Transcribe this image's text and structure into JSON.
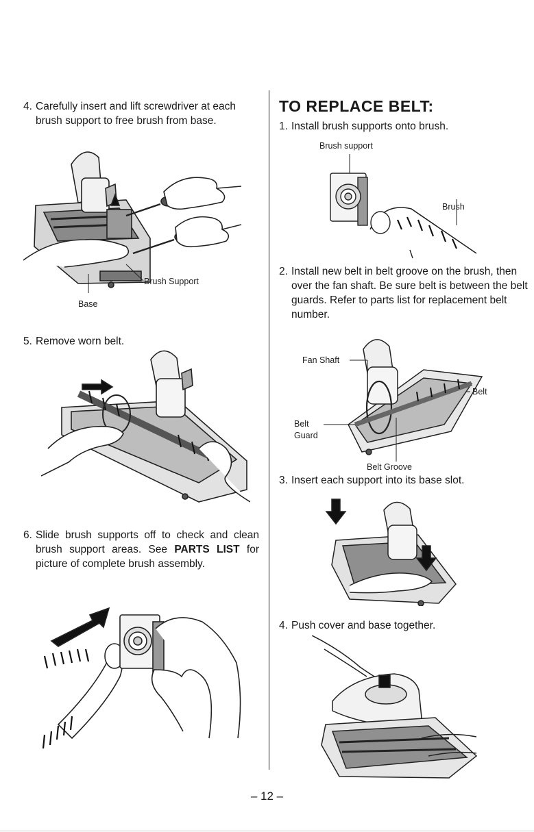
{
  "left_column": {
    "step4": {
      "num": "4.",
      "text": "Carefully insert and lift screwdriver at each brush support to free brush from base."
    },
    "fig1_labels": {
      "brush_support": "Brush Support",
      "base": "Base"
    },
    "step5": {
      "num": "5.",
      "text": "Remove worn belt."
    },
    "step6": {
      "num": "6.",
      "text_before": "Slide brush supports off to check and clean brush support areas. See",
      "bold": "PARTS LIST",
      "text_after": "for picture of complete brush assembly."
    }
  },
  "right_column": {
    "heading": "TO REPLACE BELT:",
    "step1": {
      "num": "1.",
      "text": "Install brush supports onto brush."
    },
    "fig_a_labels": {
      "brush_support": "Brush support",
      "brush": "Brush"
    },
    "step2": {
      "num": "2.",
      "text": "Install new belt in belt groove on the brush, then over the fan shaft. Be sure belt is between the belt guards. Refer to parts list for replacement belt number."
    },
    "fig_b_labels": {
      "fan_shaft": "Fan Shaft",
      "belt": "Belt",
      "belt_guard_1": "Belt",
      "belt_guard_2": "Guard",
      "belt_groove": "Belt Groove"
    },
    "step3": {
      "num": "3.",
      "text": "Insert each support into its base slot."
    },
    "step4": {
      "num": "4.",
      "text": "Push cover and base together."
    }
  },
  "footer": {
    "page_number": "– 12 –"
  }
}
